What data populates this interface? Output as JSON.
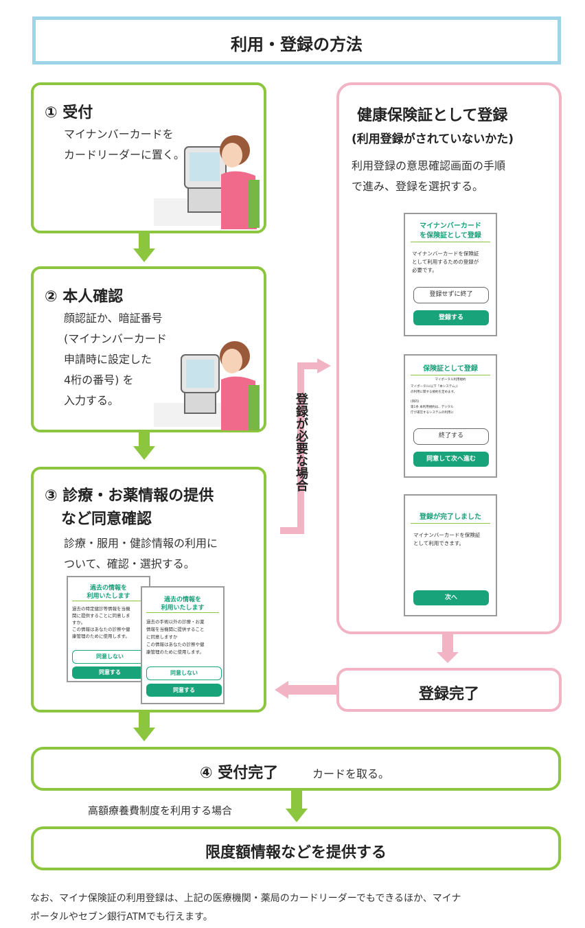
{
  "title": "利用・登録の方法",
  "step1": {
    "heading": "① 受付",
    "line1": "マイナンバーカードを",
    "line2": "カードリーダーに置く。"
  },
  "step2": {
    "heading": "② 本人確認",
    "line1": "顔認証か、暗証番号",
    "line2": "(マイナンバーカード",
    "line3": "申請時に設定した",
    "line4": "4桁の番号) を",
    "line5": "入力する。"
  },
  "step3": {
    "heading1": "③ 診療・お薬情報の提供",
    "heading2": "など同意確認",
    "line1": "診療・服用・健診情報の利用に",
    "line2": "ついて、確認・選択する。",
    "screenA": {
      "title1": "過去の情報を",
      "title2": "利用いたします",
      "body1": "過去の特定健診等情報を当機",
      "body2": "関に提供することに同意しま",
      "body3": "すか。",
      "body4": "この情報はあなたの診察や健",
      "body5": "康管理のために使用します。",
      "decline": "同意しない",
      "accept": "同意する"
    },
    "screenB": {
      "title1": "過去の情報を",
      "title2": "利用いたします",
      "body1": "過去の手術以外の診療・お薬",
      "body2": "情報を当機関に提供すること",
      "body3": "に同意しますか",
      "body4": "この情報はあなたの診察や健",
      "body5": "康管理のために使用します。",
      "decline": "同意しない",
      "accept": "同意する"
    }
  },
  "side_label": "登録が必要な場合",
  "register": {
    "heading": "健康保険証として登録",
    "subheading": "(利用登録がされていないかた)",
    "line1": "利用登録の意思確認画面の手順",
    "line2": "で進み、登録を選択する。",
    "screen1": {
      "title1": "マイナンバーカード",
      "title2": "を保険証として登録",
      "body1": "マイナンバーカードを保険証",
      "body2": "として利用するための登録が",
      "body3": "必要です。",
      "cancel": "登録せずに終了",
      "ok": "登録する"
    },
    "screen2": {
      "title": "保険証として登録",
      "small_title": "マイポータル利用規約",
      "fine1": "マイポータル(以下「本システム」)",
      "fine2": "の利用に関する規約を定めます。",
      "fine3": "(目的)",
      "fine4": "第1条 本利用規約は、デジタル",
      "fine5": "庁が運営するシステムの利用に",
      "cancel": "終了する",
      "ok": "同意して次へ進む"
    },
    "screen3": {
      "title": "登録が完了しました",
      "body1": "マイナンバーカードを保険証",
      "body2": "として利用できます。",
      "ok": "次へ"
    }
  },
  "register_done": "登録完了",
  "step4": {
    "heading": "④ 受付完了",
    "note": "カードを取る。"
  },
  "high_cost_label": "高額療養費制度を利用する場合",
  "limit": "限度額情報などを提供する",
  "footnote1": "なお、マイナ保険証の利用登録は、上記の医療機関・薬局のカードリーダーでもできるほか、マイナ",
  "footnote2": "ポータルやセブン銀行ATMでも行えます。",
  "colors": {
    "green": "#8cc63f",
    "pink": "#f2b3c4",
    "blue": "#9ed4e8",
    "teal": "#19a37a",
    "orange": "#e85a2c"
  }
}
